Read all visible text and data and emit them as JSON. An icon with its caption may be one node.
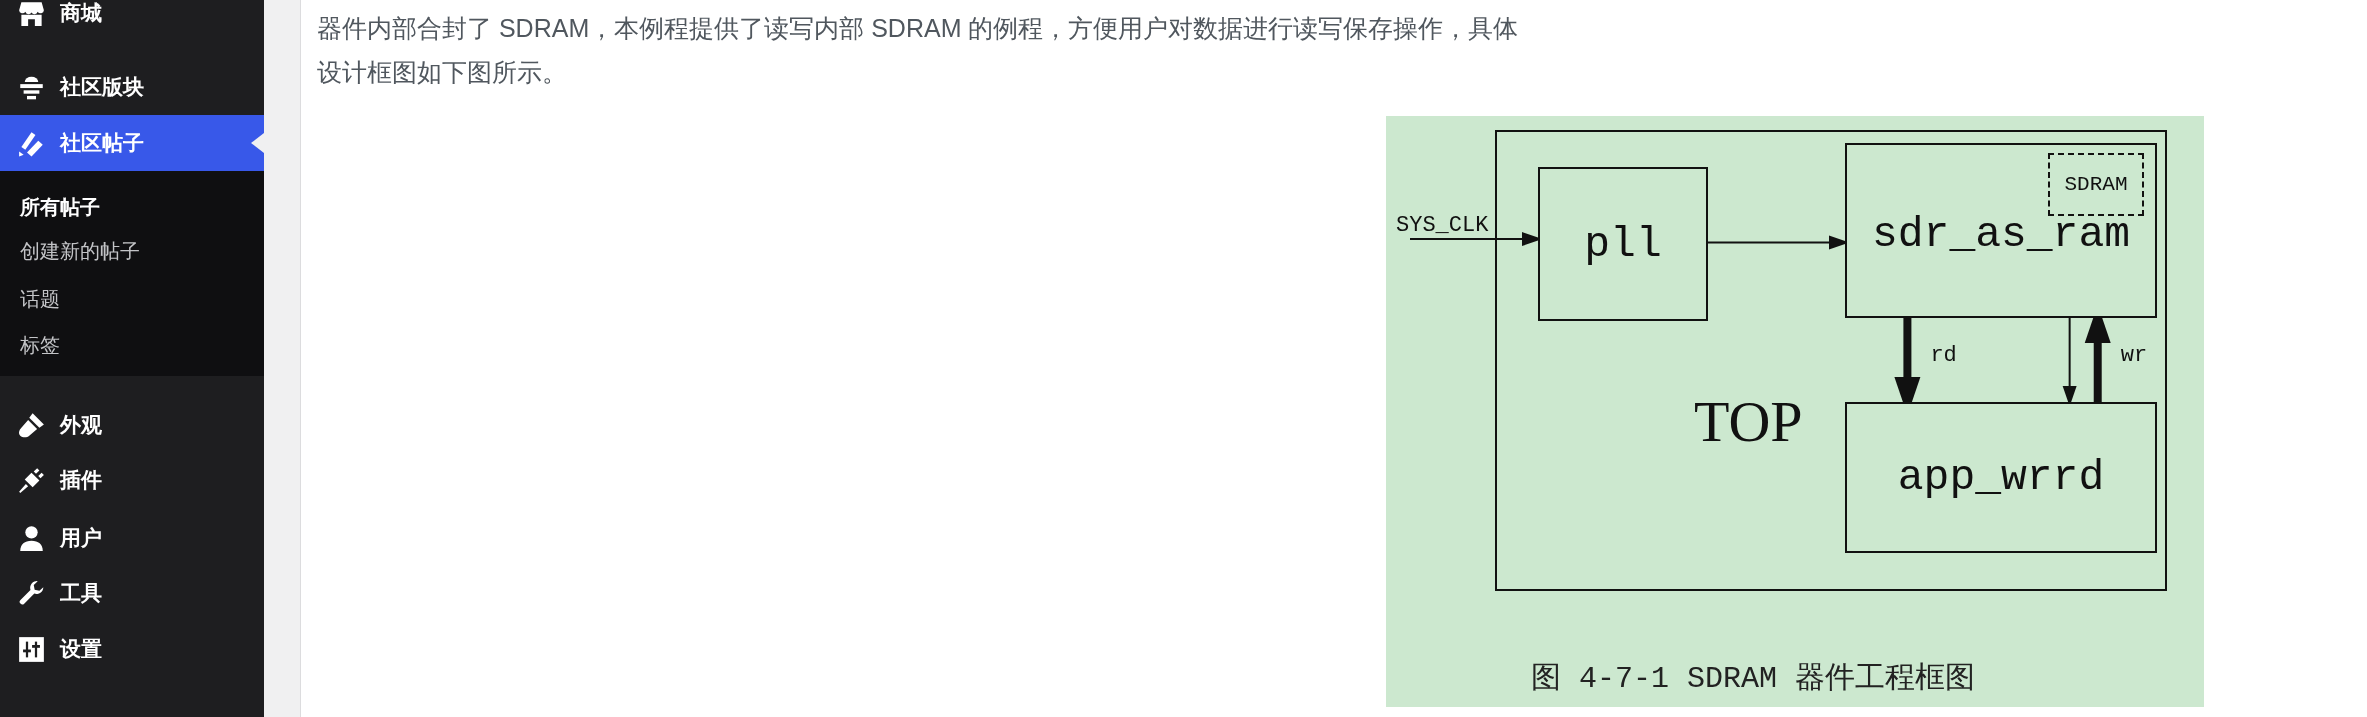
{
  "diagram": {
    "caption": "图 4-7-1 SDRAM 器件工程框图",
    "nodes": [
      {
        "text": [
          "SYS_CLK"
        ]
      },
      {
        "text": [
          "TOP"
        ]
      },
      {
        "text": [
          "pll"
        ],
        "in": 1
      },
      {
        "text": [
          "sdr_as_ram"
        ],
        "in": 1
      },
      {
        "text": [
          "SDRAM"
        ],
        "in": 3
      },
      {
        "text": [
          "app_wrrd"
        ],
        "in": 1
      }
    ],
    "edges": [
      {
        "from": 0,
        "to": 2,
        "arrow": "to"
      },
      {
        "from": 2,
        "to": 3,
        "arrow": "to"
      },
      {
        "from": 3,
        "to": 5,
        "arrow": "to",
        "label": "rd",
        "style": "thick"
      },
      {
        "from": 3,
        "to": 5,
        "arrow": "to"
      },
      {
        "from": 5,
        "to": 3,
        "arrow": "to",
        "label": "wr",
        "style": "thick"
      }
    ],
    "labels": [
      "商城",
      "社区版块",
      "社区帖子",
      "所有帖子",
      "创建新的帖子",
      "话题",
      "标签",
      "外观",
      "插件",
      "用户",
      "工具",
      "设置",
      "器件内部合封了 SDRAM，本例程提供了读写内部 SDRAM 的例程，方便用户对数据进行读写保存操作，具体设计框图如下图所示。"
    ]
  }
}
